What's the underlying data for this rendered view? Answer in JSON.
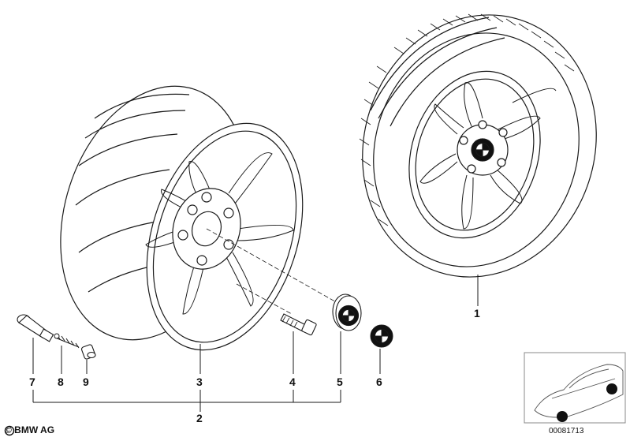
{
  "callouts": {
    "c1": "1",
    "c2": "2",
    "c3": "3",
    "c4": "4",
    "c5": "5",
    "c6": "6",
    "c7": "7",
    "c8": "8",
    "c9": "9"
  },
  "footer": {
    "copyright": "© BMW AG",
    "reference": "00081713"
  },
  "colors": {
    "line": "#1a1a1a",
    "background": "#ffffff",
    "thumbnail_border": "#888888"
  },
  "icons": [
    "bmw-roundel-icon",
    "copyright-icon"
  ]
}
